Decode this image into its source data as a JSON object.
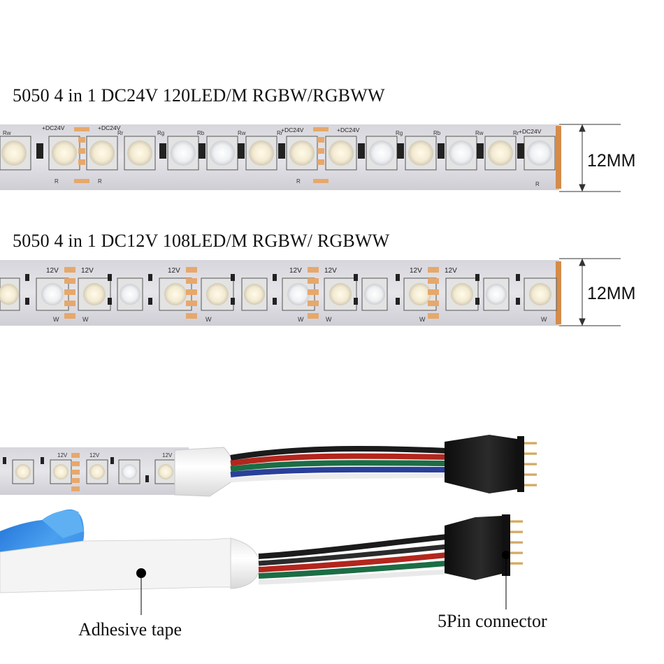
{
  "strip1": {
    "title": "5050 4 in 1 DC24V 120LED/M RGBW/RGBWW",
    "width_label": "12MM",
    "voltage_marks": [
      "+DC24V",
      "+DC24V",
      "+DC24V",
      "+DC24V",
      "+DC24V"
    ]
  },
  "strip2": {
    "title": "5050 4 in 1 DC12V 108LED/M RGBW/ RGBWW",
    "width_label": "12MM",
    "voltage_marks": [
      "12V",
      "12V",
      "12V",
      "12V",
      "12V",
      "12V",
      "12V"
    ]
  },
  "callouts": {
    "adhesive": "Adhesive tape",
    "connector": "5Pin connector"
  },
  "colors": {
    "pcb": "#e2e1e6",
    "copper_pad": "#e9b27a",
    "tape": "#3f8fe0",
    "connector": "#1a1a1a",
    "wire_black": "#1b1b1b",
    "wire_red": "#b3261e",
    "wire_green": "#1c6d45",
    "wire_blue": "#2a3f9a",
    "wire_white": "#f2f2f2"
  }
}
